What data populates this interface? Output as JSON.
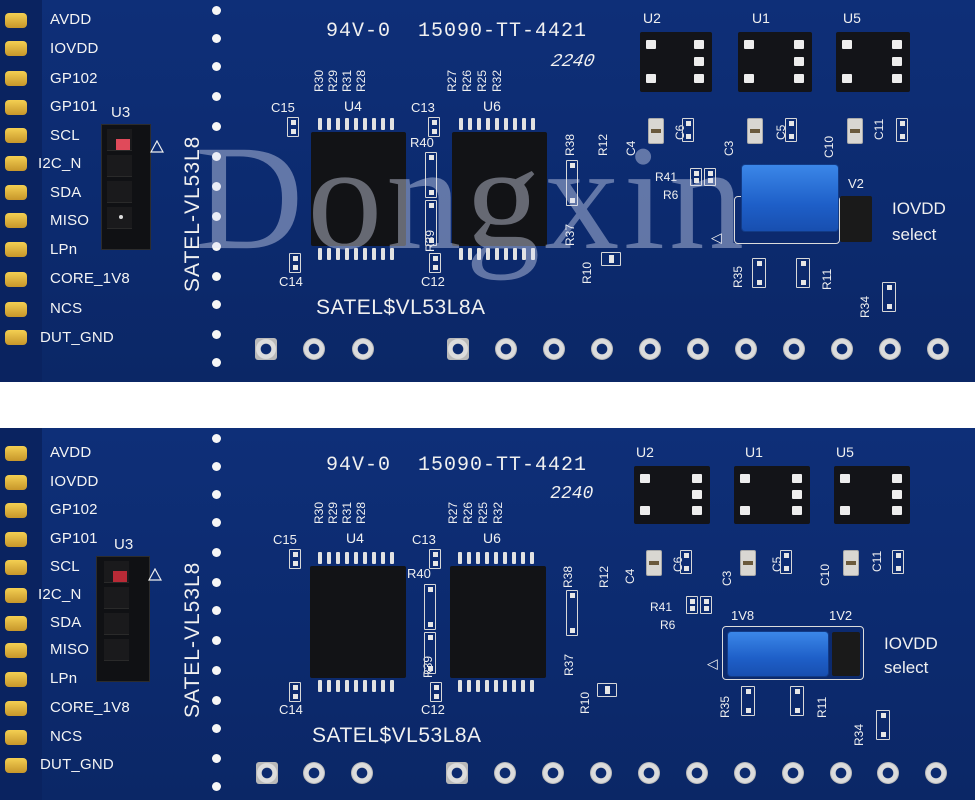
{
  "pin_labels": [
    "AVDD",
    "IOVDD",
    "GP102",
    "GP101",
    "SCL",
    "I2C_N",
    "SDA",
    "MISO",
    "LPn",
    "CORE_1V8",
    "NCS",
    "DUT_GND"
  ],
  "bottom_pin_labels": [
    "AVDD",
    "IOVDD",
    "GP102",
    "GP101",
    "SCL",
    "I2C_N",
    "SDA",
    "MISO",
    "LPn",
    "CORE_1V8",
    "NCS",
    "DUT_GND"
  ],
  "board_code": "94V-0",
  "part_number": "15090-TT-4421",
  "date_code": "2240",
  "side_label": "SATEL-VL53L8",
  "bottom_label": "SATEL$VL53L8A",
  "watermark": "Dongxin",
  "ic": {
    "u2": "U2",
    "u1": "U1",
    "u5": "U5",
    "u3": "U3",
    "u4": "U4",
    "u6": "U6"
  },
  "refs": {
    "c15": "C15",
    "c13": "C13",
    "c14": "C14",
    "c12": "C12",
    "c3": "C3",
    "c4": "C4",
    "c5": "C5",
    "c6": "C6",
    "c10": "C10",
    "c11": "C11",
    "r10": "R10",
    "r11": "R11",
    "r12": "R12",
    "r34": "R34",
    "r35": "R35",
    "r37": "R37",
    "r38": "R38",
    "r39": "R39",
    "r40": "R40",
    "r41": "R41",
    "r6": "R6",
    "r30": "R30",
    "r29": "R29",
    "r31": "R31",
    "r28": "R28",
    "r27": "R27",
    "r26": "R26",
    "r25": "R25",
    "r32": "R32"
  },
  "iovdd_select": {
    "line1": "IOVDD",
    "line2": "select"
  },
  "voltage_options": {
    "opt_1v8": "1V8",
    "opt_1v2": "1V2",
    "top_right_v2": "V2"
  },
  "colors": {
    "pcb": "#0c2a6e",
    "silkscreen": "#f0f0f0",
    "jumper": "#2a72de",
    "gold": "#e0b13e"
  }
}
